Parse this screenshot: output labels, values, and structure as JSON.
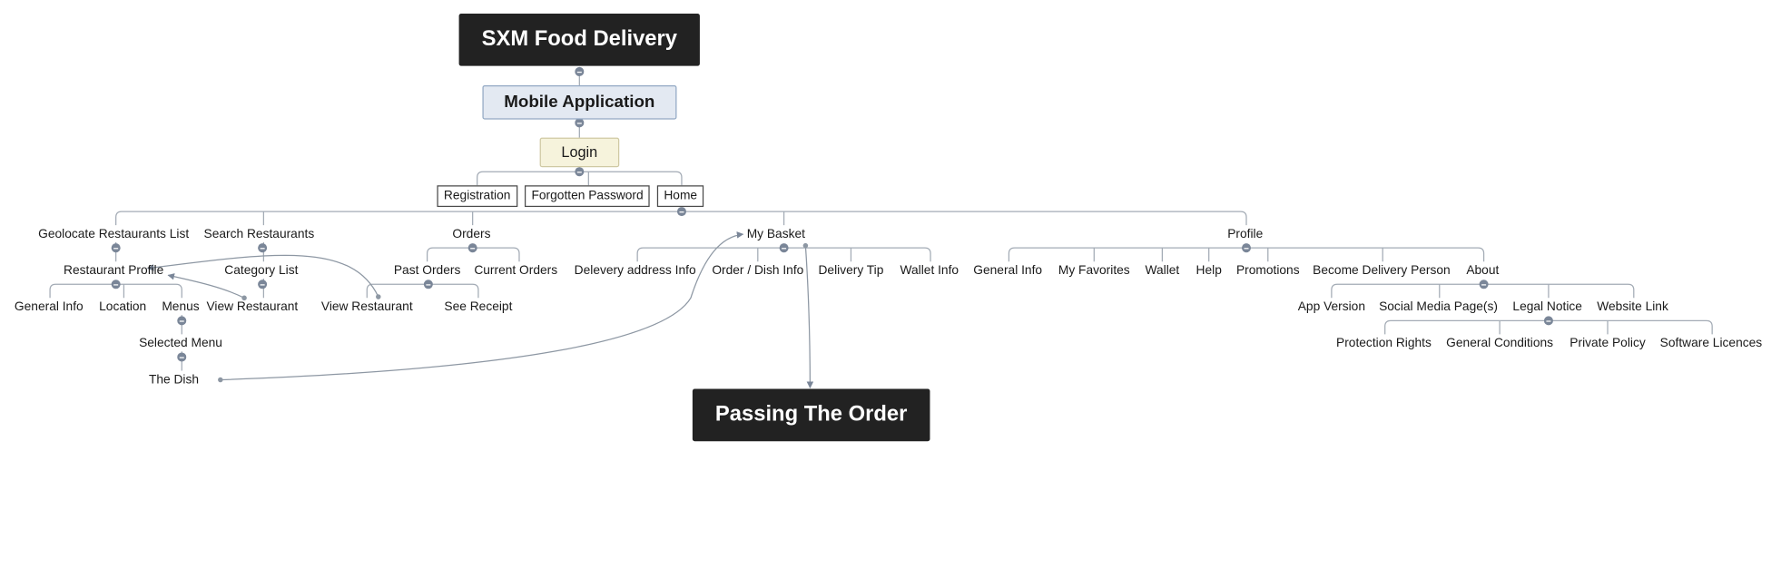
{
  "mindmap": {
    "root": "SXM Food Delivery",
    "app": "Mobile Application",
    "login": "Login",
    "login_children": [
      "Registration",
      "Forgotten Password",
      "Home"
    ],
    "home_children": {
      "geolocate": "Geolocate Restaurants List",
      "restaurant_profile": "Restaurant Profile",
      "rp_general_info": "General Info",
      "rp_location": "Location",
      "rp_menus": "Menus",
      "selected_menu": "Selected Menu",
      "the_dish": "The Dish",
      "search": "Search Restaurants",
      "category_list": "Category List",
      "view_restaurant_1": "View Restaurant",
      "orders": "Orders",
      "past_orders": "Past Orders",
      "current_orders": "Current Orders",
      "view_restaurant_2": "View Restaurant",
      "see_receipt": "See Receipt",
      "my_basket": "My Basket",
      "delivery_address": "Delevery address Info",
      "order_dish_info": "Order / Dish Info",
      "delivery_tip": "Delivery Tip",
      "wallet_info": "Wallet Info",
      "profile": "Profile",
      "pf_general_info": "General Info",
      "my_favorites": "My Favorites",
      "wallet": "Wallet",
      "help": "Help",
      "promotions": "Promotions",
      "become_delivery": "Become Delivery Person",
      "about": "About",
      "app_version": "App Version",
      "social_media": "Social Media Page(s)",
      "legal_notice": "Legal Notice",
      "website_link": "Website Link",
      "protection_rights": "Protection Rights",
      "general_conditions": "General Conditions",
      "private_policy": "Private Policy",
      "software_licences": "Software Licences"
    },
    "floating_topic": "Passing The Order"
  },
  "colors": {
    "dark_node": "#222222",
    "app_node": "#e3e9f2",
    "login_node": "#f6f3dc",
    "connector": "#9aa3ad",
    "collapse_dot": "#7a8698"
  }
}
